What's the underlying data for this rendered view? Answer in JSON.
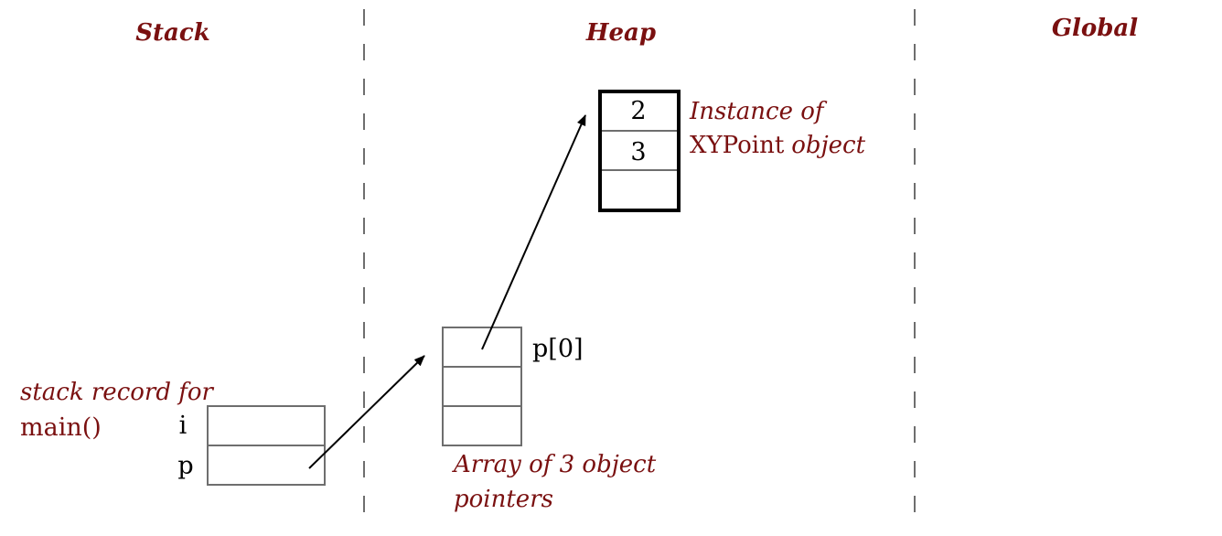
{
  "columns": {
    "stack": "Stack",
    "heap": "Heap",
    "global": "Global"
  },
  "stack_record": {
    "caption_line1": "stack record for",
    "caption_line2": "main()",
    "var_i": "i",
    "var_p": "p"
  },
  "array": {
    "slot0_label": "p[0]",
    "caption_line1": "Array of 3 object",
    "caption_line2": "pointers"
  },
  "xypoint": {
    "field_x": "2",
    "field_y": "3",
    "caption_line1": "Instance of",
    "caption_line2_plain": "XYPoint",
    "caption_line2_italic": "object"
  },
  "colors": {
    "title": "#7a1010",
    "caption": "#7a1010",
    "box_thin": "#6e6e6e",
    "box_thick": "#000000",
    "divider": "#6e6e6e",
    "arrow": "#000000"
  }
}
